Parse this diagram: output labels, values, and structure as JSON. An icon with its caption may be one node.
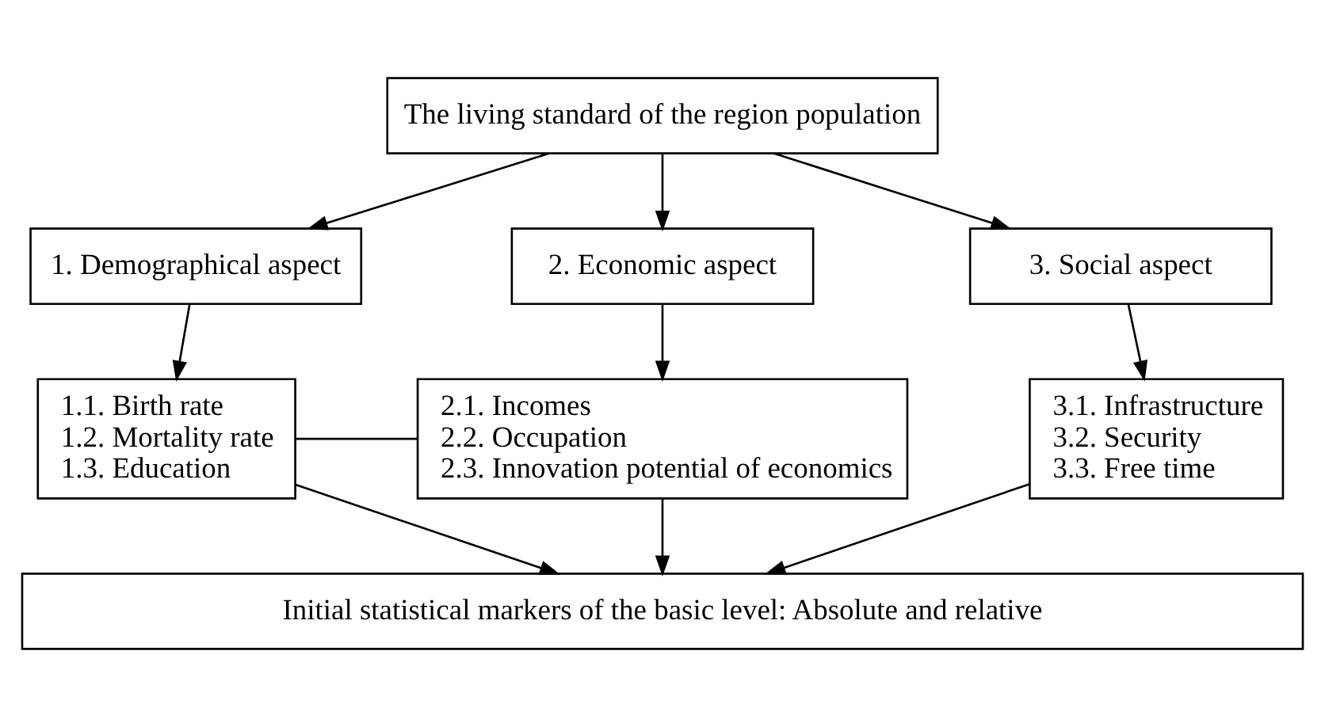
{
  "diagram": {
    "nodes": [
      {
        "text": [
          "The living standard of the region population"
        ]
      },
      {
        "text": [
          "1. Demographical aspect"
        ]
      },
      {
        "text": [
          "2. Economic aspect"
        ]
      },
      {
        "text": [
          "3. Social aspect"
        ]
      },
      {
        "text": [
          "1.1. Birth rate",
          "1.2. Mortality rate",
          "1.3. Education"
        ]
      },
      {
        "text": [
          "2.1. Incomes",
          "2.2. Occupation",
          "2.3. Innovation potential of economics"
        ]
      },
      {
        "text": [
          "3.1. Infrastructure",
          "3.2. Security",
          "3.3. Free time"
        ]
      },
      {
        "text": [
          "Initial statistical markers of the basic level: Absolute and relative"
        ]
      }
    ],
    "edges": [
      {
        "from": 0,
        "to": 1,
        "arrow": "to"
      },
      {
        "from": 0,
        "to": 2,
        "arrow": "to"
      },
      {
        "from": 0,
        "to": 3,
        "arrow": "to"
      },
      {
        "from": 1,
        "to": 4,
        "arrow": "to"
      },
      {
        "from": 2,
        "to": 5,
        "arrow": "to"
      },
      {
        "from": 3,
        "to": 6,
        "arrow": "to"
      },
      {
        "from": 4,
        "to": 5,
        "arrow": "none"
      },
      {
        "from": 4,
        "to": 7,
        "arrow": "to"
      },
      {
        "from": 5,
        "to": 7,
        "arrow": "to"
      },
      {
        "from": 6,
        "to": 7,
        "arrow": "to"
      }
    ]
  }
}
